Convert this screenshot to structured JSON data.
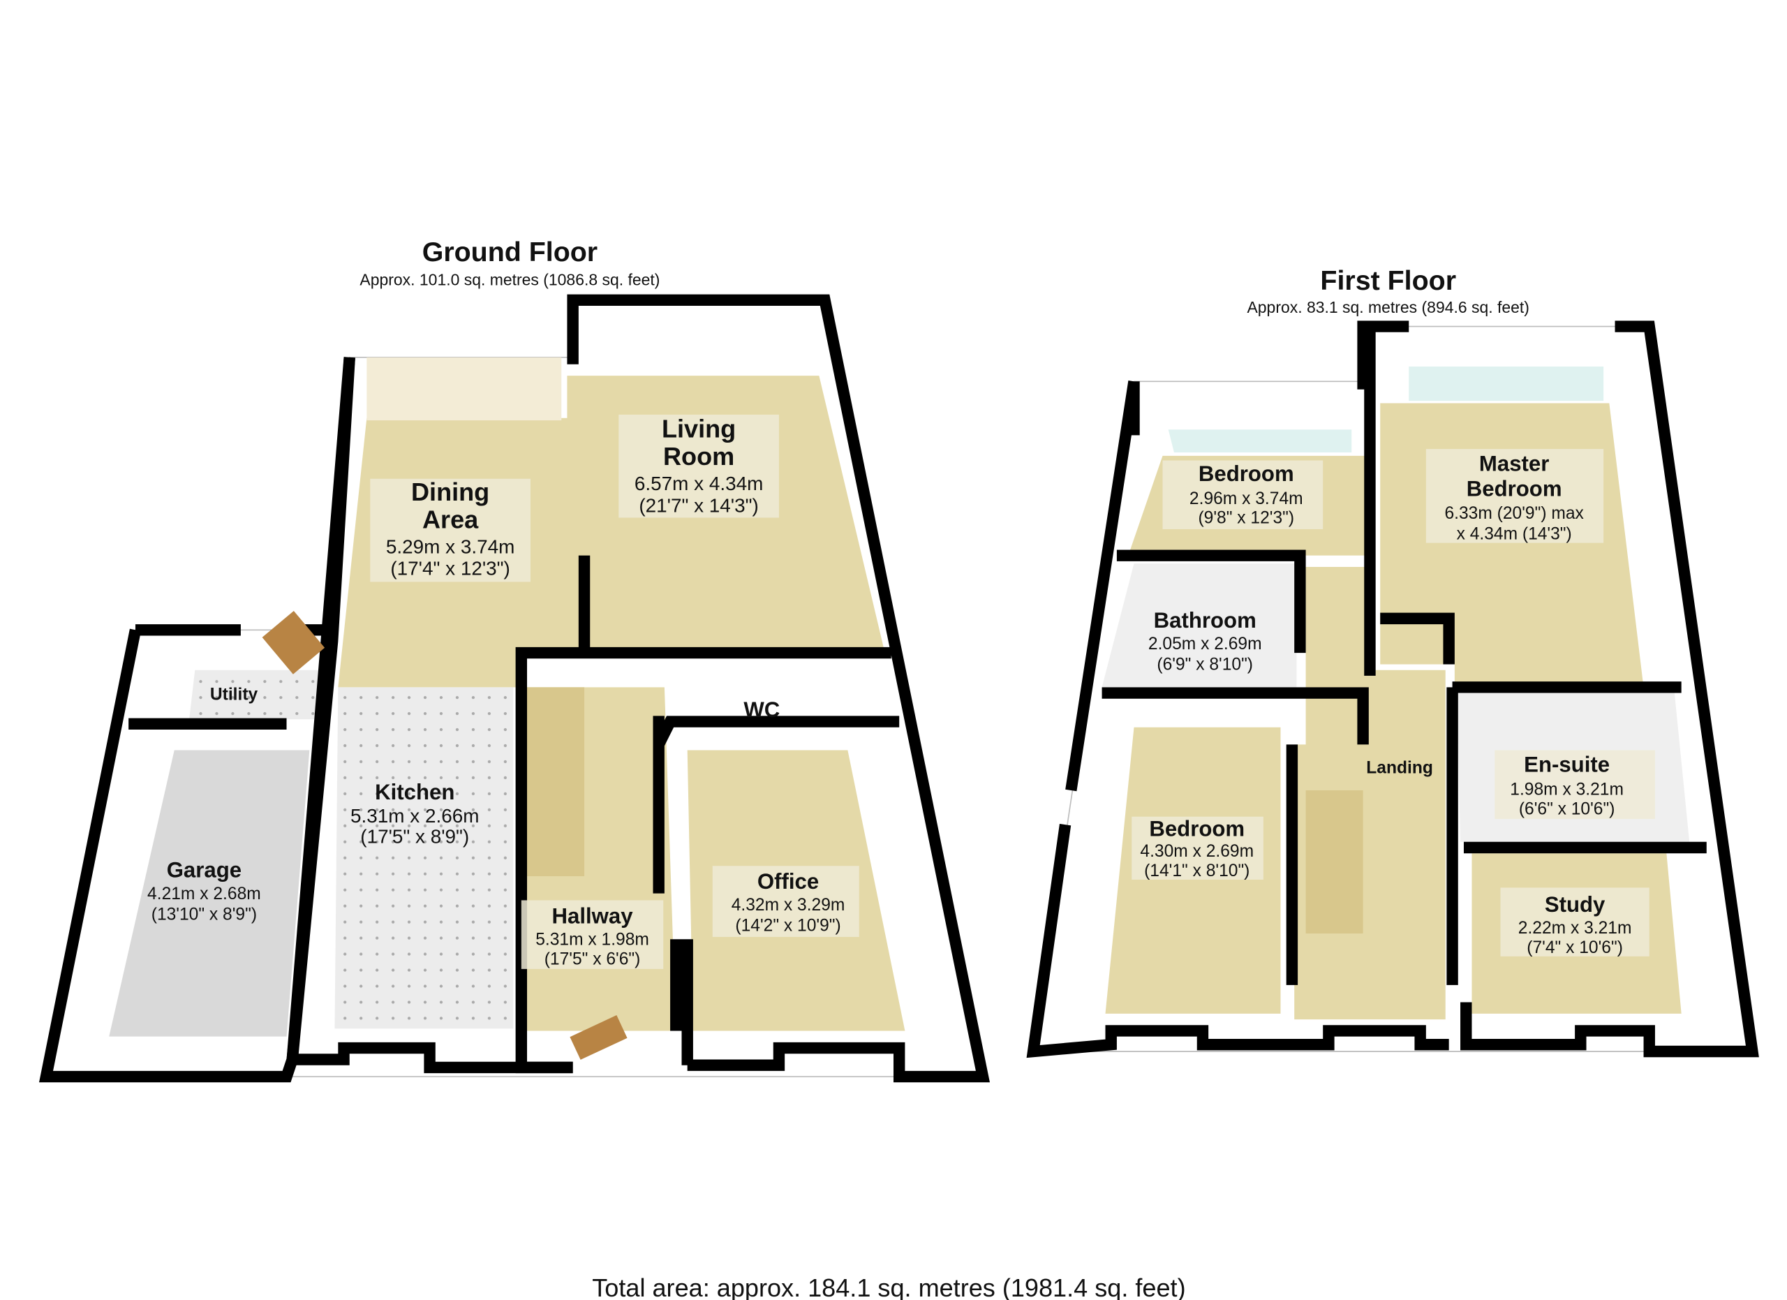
{
  "ground_floor": {
    "title": "Ground Floor",
    "area": "Approx. 101.0 sq. metres (1086.8 sq. feet)",
    "rooms": {
      "living": {
        "name": [
          "Living",
          "Room"
        ],
        "dims": [
          "6.57m x 4.34m",
          "(21'7\" x 14'3\")"
        ]
      },
      "dining": {
        "name": [
          "Dining",
          "Area"
        ],
        "dims": [
          "5.29m x 3.74m",
          "(17'4\" x 12'3\")"
        ]
      },
      "kitchen": {
        "name": [
          "Kitchen"
        ],
        "dims": [
          "5.31m x 2.66m",
          "(17'5\" x 8'9\")"
        ]
      },
      "utility": {
        "name": [
          "Utility"
        ],
        "dims": []
      },
      "garage": {
        "name": [
          "Garage"
        ],
        "dims": [
          "4.21m x 2.68m",
          "(13'10\" x 8'9\")"
        ]
      },
      "wc": {
        "name": [
          "WC"
        ],
        "dims": []
      },
      "hallway": {
        "name": [
          "Hallway"
        ],
        "dims": [
          "5.31m x 1.98m",
          "(17'5\" x 6'6\")"
        ]
      },
      "office": {
        "name": [
          "Office"
        ],
        "dims": [
          "4.32m x 3.29m",
          "(14'2\" x 10'9\")"
        ]
      }
    }
  },
  "first_floor": {
    "title": "First Floor",
    "area": "Approx. 83.1 sq. metres (894.6 sq. feet)",
    "rooms": {
      "bedroom2": {
        "name": [
          "Bedroom"
        ],
        "dims": [
          "2.96m x 3.74m",
          "(9'8\" x 12'3\")"
        ]
      },
      "master": {
        "name": [
          "Master",
          "Bedroom"
        ],
        "dims": [
          "6.33m (20'9\") max",
          "x 4.34m (14'3\")"
        ]
      },
      "bathroom": {
        "name": [
          "Bathroom"
        ],
        "dims": [
          "2.05m x 2.69m",
          "(6'9\" x 8'10\")"
        ]
      },
      "landing": {
        "name": [
          "Landing"
        ],
        "dims": []
      },
      "bedroom3": {
        "name": [
          "Bedroom"
        ],
        "dims": [
          "4.30m x 2.69m",
          "(14'1\" x 8'10\")"
        ]
      },
      "ensuite": {
        "name": [
          "En-suite"
        ],
        "dims": [
          "1.98m x 3.21m",
          "(6'6\" x 10'6\")"
        ]
      },
      "study": {
        "name": [
          "Study"
        ],
        "dims": [
          "2.22m x 3.21m",
          "(7'4\" x 10'6\")"
        ]
      }
    }
  },
  "total_area": "Total area: approx. 184.1 sq. metres (1981.4 sq. feet)"
}
